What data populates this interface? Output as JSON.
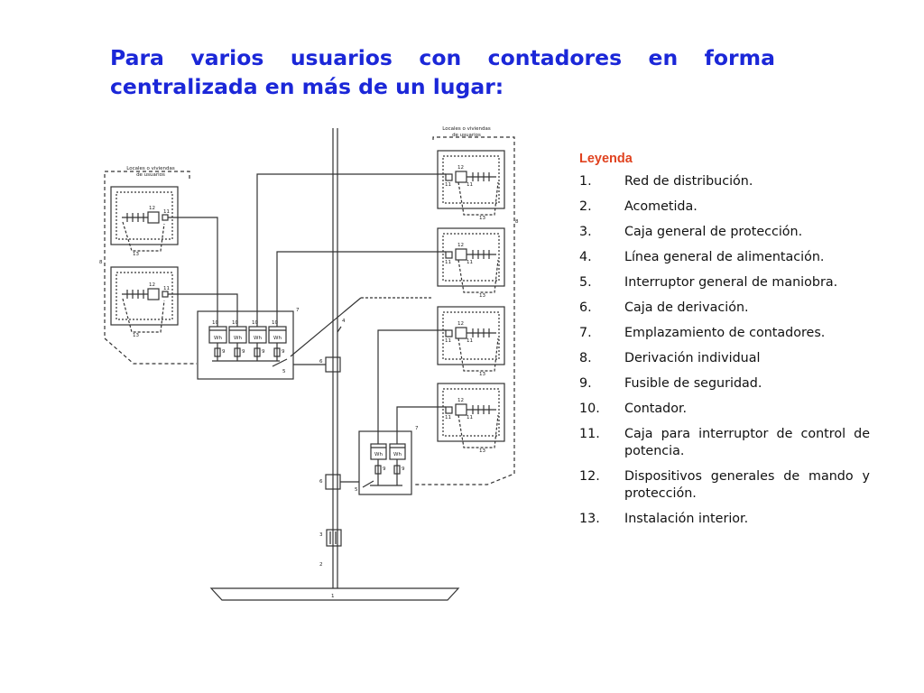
{
  "title": "Para varios usuarios con contadores en forma centralizada en más de un lugar:",
  "diagram": {
    "group_label_left": [
      "Locales o viviendas",
      "de usuarios"
    ],
    "group_label_right": [
      "Locales o viviendas",
      "de usuarios"
    ],
    "meter_label": "Wh",
    "numbers": {
      "n1": "1",
      "n2": "2",
      "n3": "3",
      "n4": "4",
      "n5": "5",
      "n6": "6",
      "n7": "7",
      "n8": "8",
      "n9": "9",
      "n10": "10",
      "n11": "11",
      "n12": "12",
      "n13": "13"
    }
  },
  "legend": {
    "heading": "Leyenda",
    "items": [
      {
        "num": "1.",
        "text": "Red de distribución."
      },
      {
        "num": "2.",
        "text": "Acometida."
      },
      {
        "num": "3.",
        "text": "Caja general de protección."
      },
      {
        "num": "4.",
        "text": "Línea general de alimentación."
      },
      {
        "num": "5.",
        "text": "Interruptor general de maniobra."
      },
      {
        "num": "6.",
        "text": "Caja de derivación."
      },
      {
        "num": "7.",
        "text": "Emplazamiento de contadores."
      },
      {
        "num": "8.",
        "text": "Derivación individual"
      },
      {
        "num": "9.",
        "text": "Fusible de seguridad."
      },
      {
        "num": "10.",
        "text": "Contador."
      },
      {
        "num": "11.",
        "text": "Caja para interruptor de control de potencia."
      },
      {
        "num": "12.",
        "text": "Dispositivos generales de mando y protección."
      },
      {
        "num": "13.",
        "text": "Instalación interior."
      }
    ]
  }
}
